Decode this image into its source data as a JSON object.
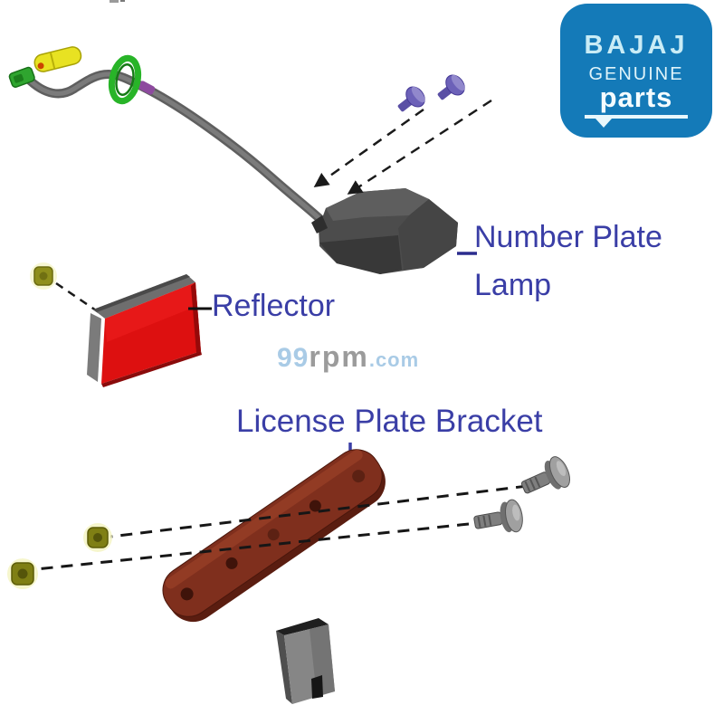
{
  "labels": {
    "lamp_line1": "Number Plate",
    "lamp_line2": "Lamp",
    "reflector": "Reflector",
    "bracket": "License Plate Bracket",
    "color": "#3a3ea6"
  },
  "watermark": {
    "part1": "99",
    "part2": "rpm",
    "part3": ".com",
    "blue": "#a9cbe6",
    "gray": "#9b9b9b"
  },
  "logo": {
    "brand": "BAJAJ",
    "line2": "GENUINE",
    "line3": "parts",
    "bg_color": "#147ab8",
    "text_color": "#c9ecf6"
  },
  "colors": {
    "reflector_red": "#dd1010",
    "reflector_frame_gray": "#6e6e6e",
    "bracket_maroon": "#7f2f1d",
    "lamp_gray": "#4c4c4c",
    "wire_gray": "#6b6b6b",
    "nut_olive": "#7f7f14",
    "screw_purple": "#6c61b8",
    "screw_gray": "#a0a0a0",
    "clip_green": "#28b428",
    "connector_yellow": "#e8e222",
    "leader_line": "#1a1a1a"
  }
}
